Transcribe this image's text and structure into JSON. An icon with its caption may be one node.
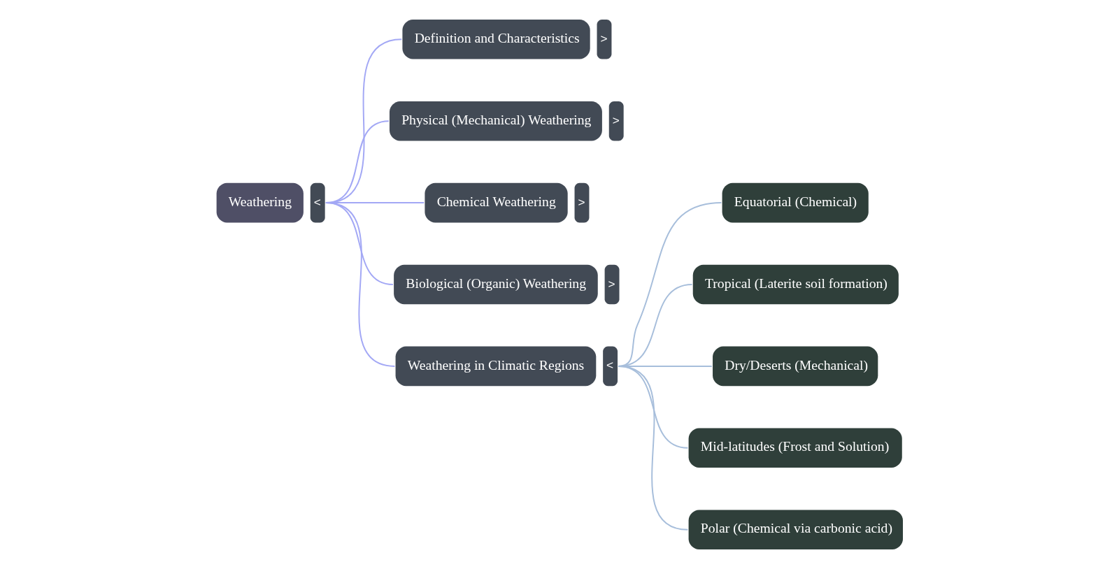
{
  "diagram": {
    "nodes": [
      {
        "text": [
          "Weathering"
        ],
        "beside": [
          "<"
        ]
      },
      {
        "text": [
          "Definition and Characteristics"
        ],
        "beside": [
          ">"
        ]
      },
      {
        "text": [
          "Physical (Mechanical) Weathering"
        ],
        "beside": [
          ">"
        ]
      },
      {
        "text": [
          "Chemical Weathering"
        ],
        "beside": [
          ">"
        ]
      },
      {
        "text": [
          "Biological (Organic) Weathering"
        ],
        "beside": [
          ">"
        ]
      },
      {
        "text": [
          "Weathering in Climatic Regions"
        ],
        "beside": [
          "<"
        ]
      },
      {
        "text": [
          "Equatorial (Chemical)"
        ]
      },
      {
        "text": [
          "Tropical (Laterite soil formation)"
        ]
      },
      {
        "text": [
          "Dry/Deserts (Mechanical)"
        ]
      },
      {
        "text": [
          "Mid-latitudes (Frost and Solution)"
        ]
      },
      {
        "text": [
          "Polar (Chemical via carbonic acid)"
        ]
      }
    ],
    "edges": [
      {
        "from": 0,
        "to": 1,
        "arrow": "none",
        "color": "#a3a8f5"
      },
      {
        "from": 0,
        "to": 2,
        "arrow": "none",
        "color": "#a3a8f5"
      },
      {
        "from": 0,
        "to": 3,
        "arrow": "none",
        "color": "#a3a8f5"
      },
      {
        "from": 0,
        "to": 4,
        "arrow": "none",
        "color": "#a3a8f5"
      },
      {
        "from": 0,
        "to": 5,
        "arrow": "none",
        "color": "#a3a8f5"
      },
      {
        "from": 5,
        "to": 6,
        "arrow": "none",
        "color": "#a7bedb"
      },
      {
        "from": 5,
        "to": 7,
        "arrow": "none",
        "color": "#a7bedb"
      },
      {
        "from": 5,
        "to": 8,
        "arrow": "none",
        "color": "#a7bedb"
      },
      {
        "from": 5,
        "to": 9,
        "arrow": "none",
        "color": "#a7bedb"
      },
      {
        "from": 5,
        "to": 10,
        "arrow": "none",
        "color": "#a7bedb"
      }
    ]
  }
}
